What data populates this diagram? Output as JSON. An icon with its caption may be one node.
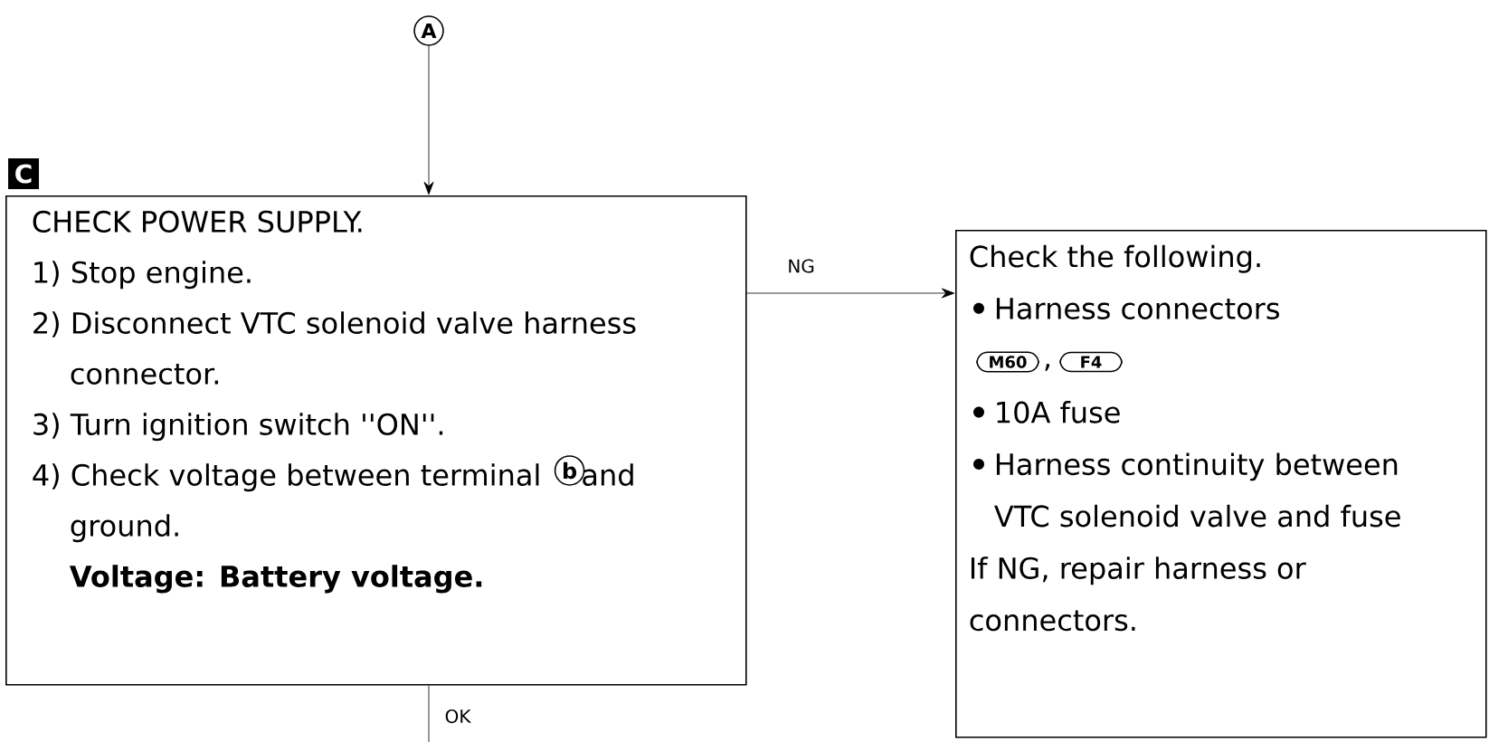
{
  "diagram": {
    "nodes": [
      {
        "text": [
          "A"
        ]
      },
      {
        "text": [
          "CHECK POWER SUPPLY.",
          "1) Stop engine.",
          "2) Disconnect VTC solenoid valve harness connector.",
          "3) Turn ignition switch ''ON''.",
          "4) Check voltage between terminal",
          "and ground.",
          "Voltage: Battery voltage."
        ],
        "beside": [
          "C"
        ]
      },
      {
        "text": [
          "Check the following.",
          "Harness connectors",
          "10A fuse",
          "Harness continuity between VTC solenoid valve and fuse",
          "If NG, repair harness or connectors."
        ]
      },
      {
        "text": [
          "b"
        ],
        "in": 1
      },
      {
        "text": [
          "M60"
        ],
        "in": 2
      },
      {
        "text": [
          "F4"
        ],
        "in": 2
      }
    ],
    "edges": [
      {
        "from": 0,
        "to": 1,
        "arrow": "to"
      },
      {
        "from": 1,
        "to": 2,
        "arrow": "to",
        "label": "NG"
      },
      {
        "from": 1,
        "to": null,
        "arrow": "none",
        "label": "OK"
      }
    ],
    "labels": [
      ","
    ]
  }
}
